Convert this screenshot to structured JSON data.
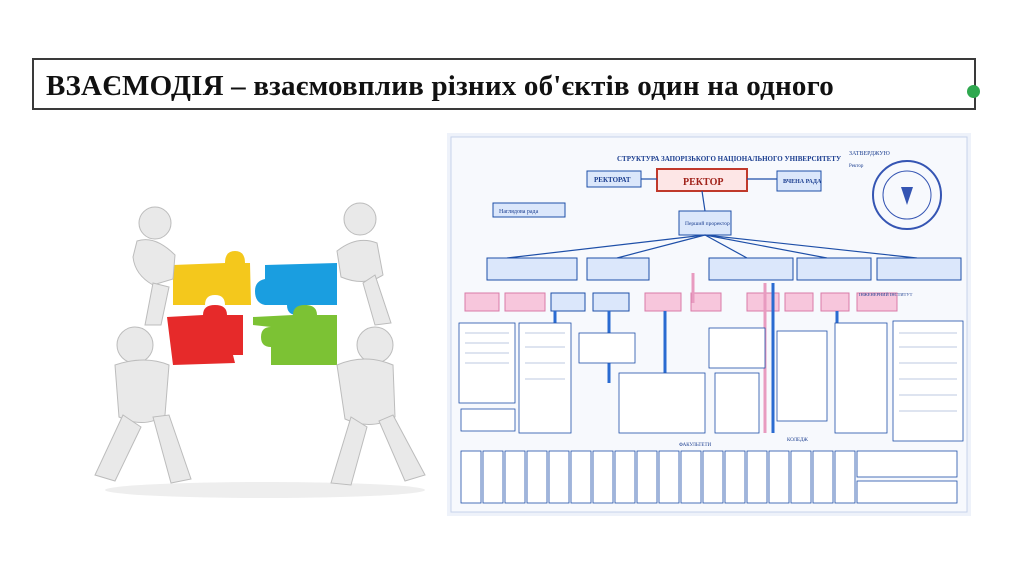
{
  "slide": {
    "title": "ВЗАЄМОДІЯ – взаємовплив різних об'єктів один на одного"
  },
  "colors": {
    "accent_dot": "#2fa84f",
    "puzzle_yellow": "#f4c81c",
    "puzzle_blue": "#1a9ee0",
    "puzzle_red": "#e62a2a",
    "puzzle_green": "#7cc234",
    "chart_red": "#c0392b",
    "chart_blue": "#2a6bd1",
    "chart_pink": "#e89bc0"
  },
  "puzzle_image": {
    "icons": [
      "figure-icon",
      "puzzle-piece-icon"
    ]
  },
  "org_chart": {
    "title": "СТРУКТУРА ЗАПОРІЗЬКОГО НАЦІОНАЛЬНОГО УНІВЕРСИТЕТУ",
    "approve_label": "ЗАТВЕРДЖУЮ",
    "rector_sign": "Ректор",
    "rector": "РЕКТОР",
    "rectorat": "РЕКТОРАТ",
    "academic_council": "ВЧЕНА РАДА",
    "supervisory_board": "Наглядова рада",
    "first_prorector": "Перший проректор",
    "faculties_label": "ФАКУЛЬТЕТИ",
    "college_label": "КОЛЕДЖ",
    "institute_label": "ІНЖЕНЕРНИЙ ІНСТИТУТ"
  }
}
